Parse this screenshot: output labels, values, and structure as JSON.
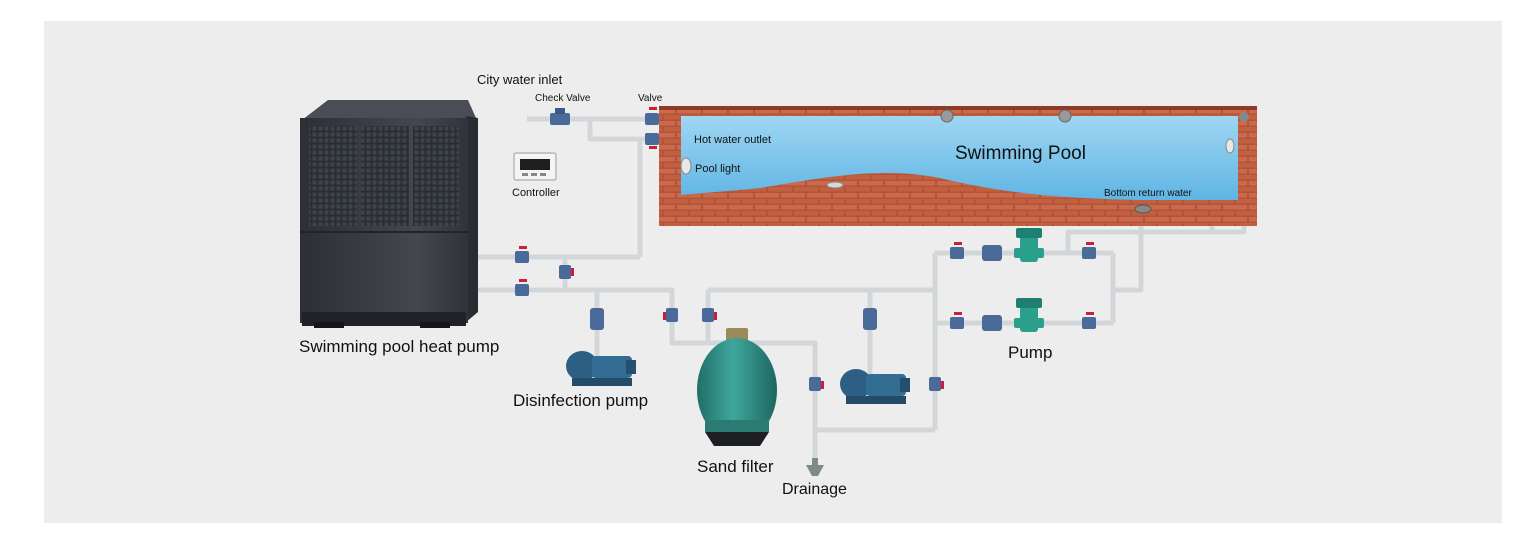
{
  "labels": {
    "city_water_inlet": "City water inlet",
    "check_valve": "Check Valve",
    "valve": "Valve",
    "hot_water_outlet": "Hot water outlet",
    "pool_light": "Pool light",
    "swimming_pool": "Swimming Pool",
    "bottom_return_water": "Bottom return water",
    "controller": "Controller",
    "heat_pump": "Swimming pool heat pump",
    "disinfection_pump": "Disinfection pump",
    "sand_filter": "Sand filter",
    "drainage": "Drainage",
    "pump": "Pump"
  },
  "colors": {
    "background": "#ededed",
    "pipe": "#d4d7da",
    "pool_water": "#7fc8ec",
    "brick": "#b5523a",
    "heat_pump_body": "#3a3d44",
    "valve_blue": "#4a6a9a",
    "valve_handle": "#c8203a",
    "pump_teal": "#2a9f8c",
    "filter_tank": "#2f8f86"
  },
  "icons": {
    "heat_pump": "heat-pump-unit-icon",
    "controller": "controller-icon",
    "sand_filter": "sand-filter-tank-icon",
    "pump": "inline-pump-icon",
    "drain": "drain-icon"
  }
}
